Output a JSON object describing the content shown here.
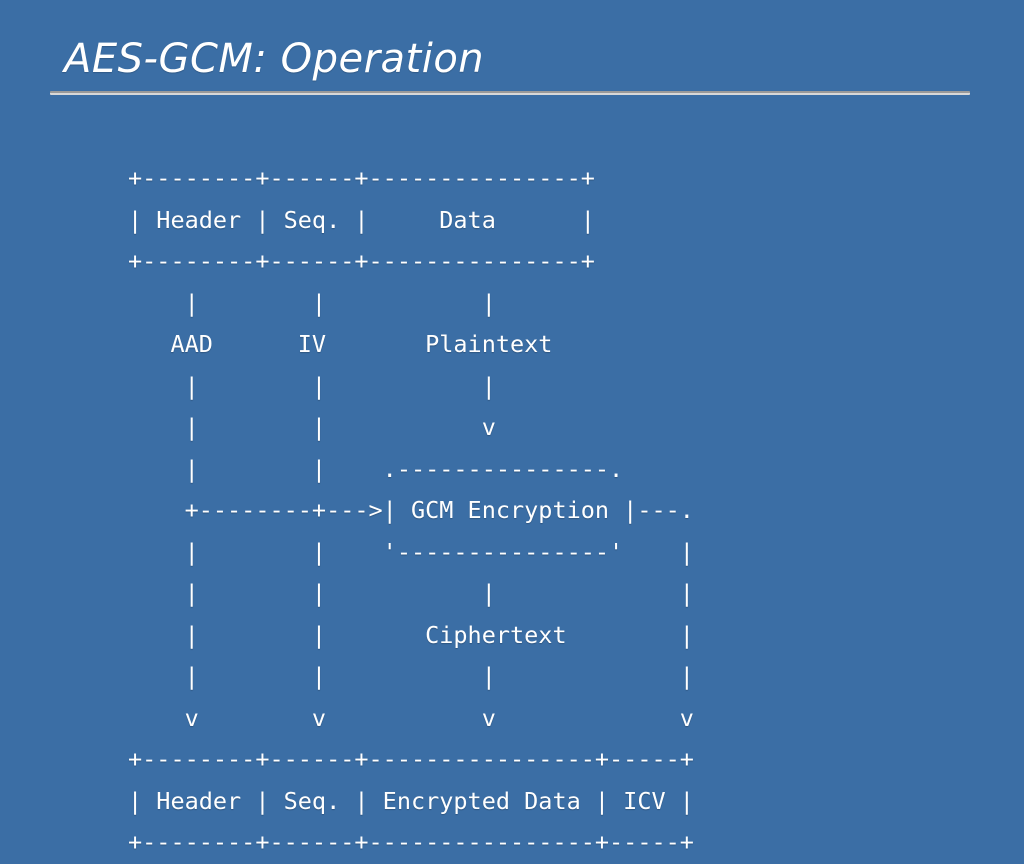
{
  "slide": {
    "title": "AES-GCM: Operation",
    "background_color": "#3b6ea5",
    "text_color": "#ffffff",
    "rule_color": "#9a9a9a"
  },
  "diagram": {
    "type": "ascii-art-flow",
    "description": "AES-GCM packet transformation: an input packet of Header, Seq. and Data is split into AAD, IV and Plaintext which feed a GCM Encryption block, producing Ciphertext and ICV that are reassembled into the output packet.",
    "input_packet": {
      "fields": [
        "Header",
        "Seq.",
        "Data"
      ]
    },
    "intermediate_labels": [
      "AAD",
      "IV",
      "Plaintext"
    ],
    "process_block": "GCM Encryption",
    "output_label": "Ciphertext",
    "output_packet": {
      "fields": [
        "Header",
        "Seq.",
        "Encrypted Data",
        "ICV"
      ]
    },
    "lines": [
      "+--------+------+---------------+",
      "| Header | Seq. |     Data      |",
      "+--------+------+---------------+",
      "    |        |           |",
      "   AAD      IV       Plaintext",
      "    |        |           |",
      "    |        |           v",
      "    |        |    .---------------.",
      "    +--------+--->| GCM Encryption |---.",
      "    |        |    '---------------'    |",
      "    |        |           |             |",
      "    |        |       Ciphertext        |",
      "    |        |           |             |",
      "    v        v           v             v",
      "+--------+------+----------------+-----+",
      "| Header | Seq. | Encrypted Data | ICV |",
      "+--------+------+----------------+-----+"
    ]
  }
}
